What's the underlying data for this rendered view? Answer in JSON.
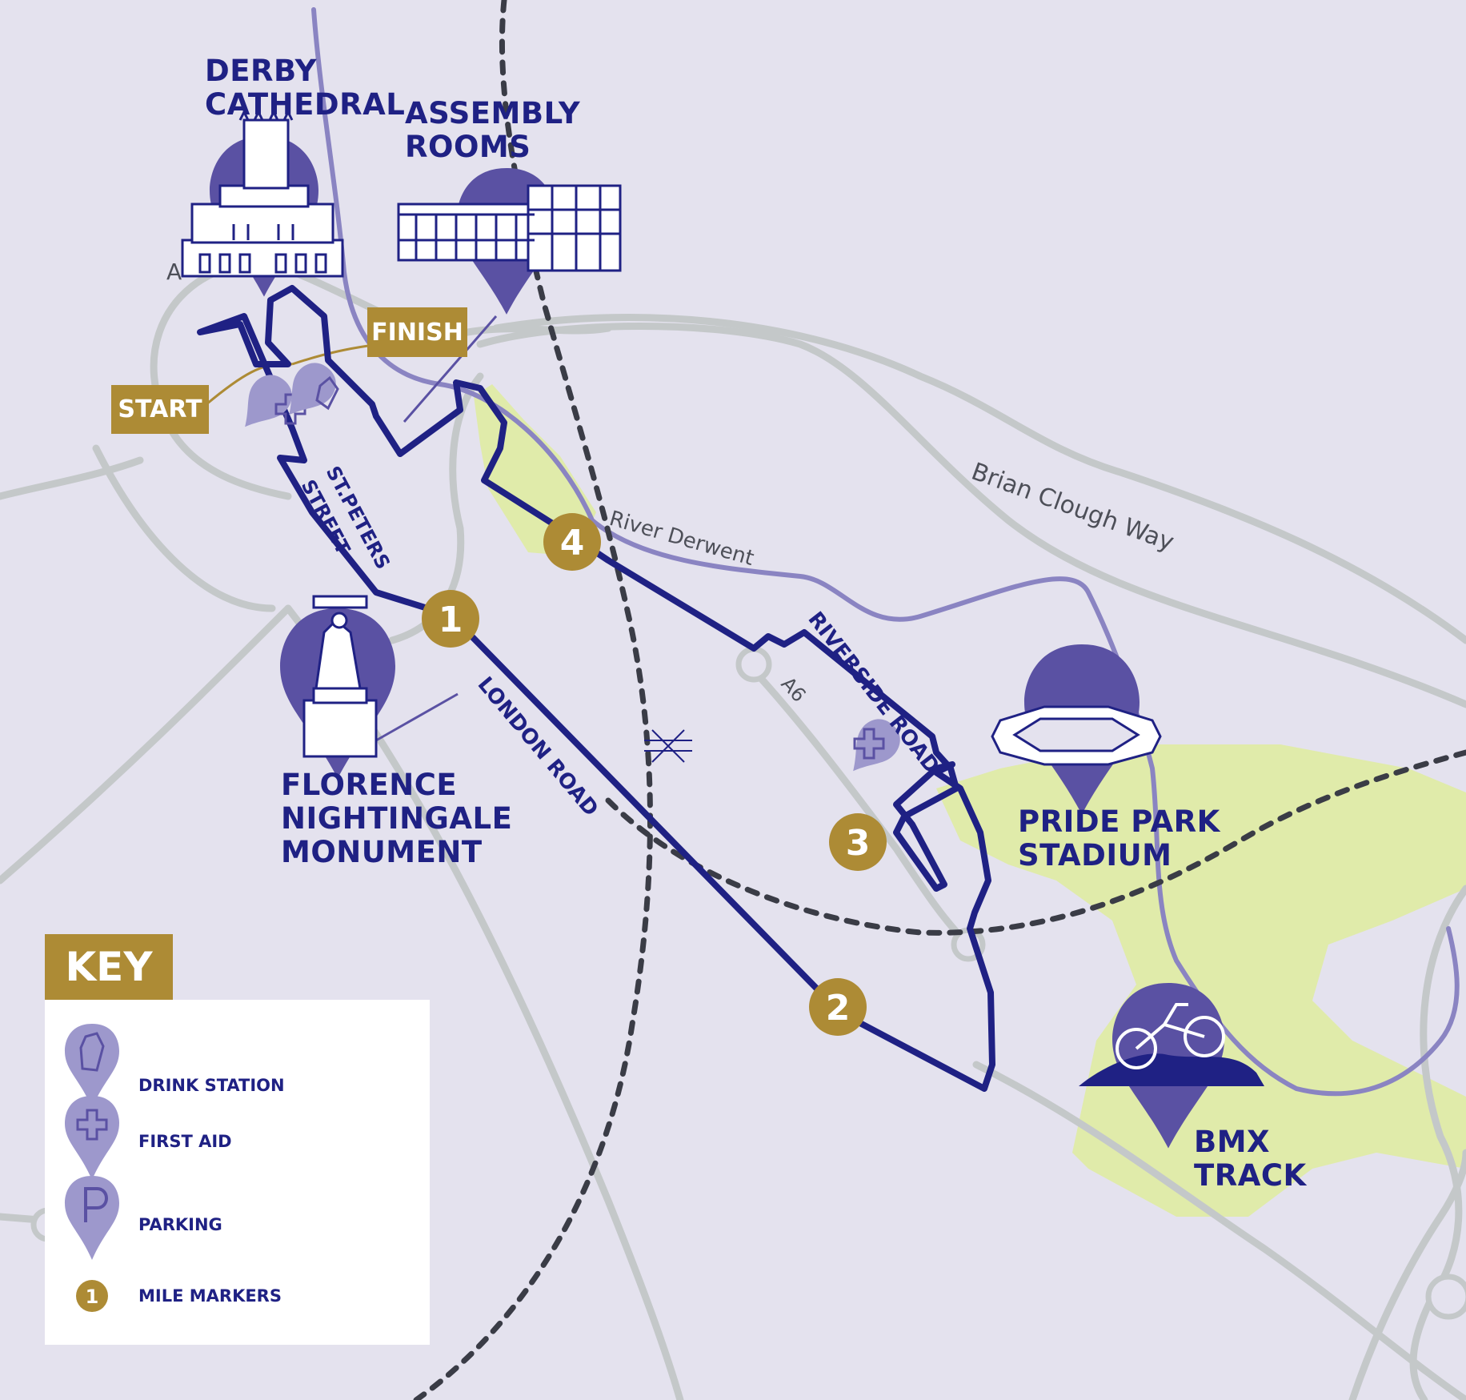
{
  "landmarks": {
    "derby_cathedral": [
      "DERBY",
      "CATHEDRAL"
    ],
    "assembly_rooms": [
      "ASSEMBLY",
      "ROOMS"
    ],
    "florence_nightingale": [
      "FLORENCE",
      "NIGHTINGALE",
      "MONUMENT"
    ],
    "pride_park": [
      "PRIDE PARK",
      "STADIUM"
    ],
    "bmx_track": [
      "BMX",
      "TRACK"
    ]
  },
  "route_labels": {
    "start": "START",
    "finish": "FINISH"
  },
  "streets": {
    "st_peters_line1": "ST.PETERS",
    "st_peters_line2": "STREET",
    "london_road": "LONDON ROAD",
    "riverside_road": "RIVERSIDE ROAD",
    "a6": "A6",
    "a_partial": "A",
    "river_derwent": "River Derwent",
    "brian_clough_way": "Brian Clough Way"
  },
  "mile_markers": [
    "1",
    "2",
    "3",
    "4"
  ],
  "key": {
    "title": "KEY",
    "items": [
      {
        "label": "DRINK STATION",
        "icon": "drink-station-icon"
      },
      {
        "label": "FIRST AID",
        "icon": "first-aid-icon"
      },
      {
        "label": "PARKING",
        "icon": "parking-icon"
      },
      {
        "label": "MILE MARKERS",
        "icon": "mile-marker-icon",
        "sample": "1"
      }
    ]
  },
  "colors": {
    "background": "#e4e2ee",
    "route": "#1f2184",
    "marker": "#ad8b35",
    "pin": "#5a51a3",
    "pin_light": "#9d98cc",
    "road": "#c4c8c9",
    "river": "#8a84c2",
    "park": "#e0ebaa"
  }
}
